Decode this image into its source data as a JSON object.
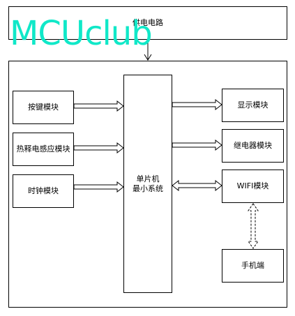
{
  "diagram": {
    "power_supply": "供电电路",
    "outer_frame": "",
    "mcu": [
      "单片机",
      "最小系统"
    ],
    "inputs": {
      "keys": "按键模块",
      "pir": "热释电感应模块",
      "clock": "时钟模块"
    },
    "outputs": {
      "display": "显示模块",
      "relay": "继电器模块",
      "wifi": "WIFI模块",
      "phone": "手机端"
    }
  },
  "watermark": {
    "text": "MCUclub",
    "color": "#10e8c8"
  }
}
